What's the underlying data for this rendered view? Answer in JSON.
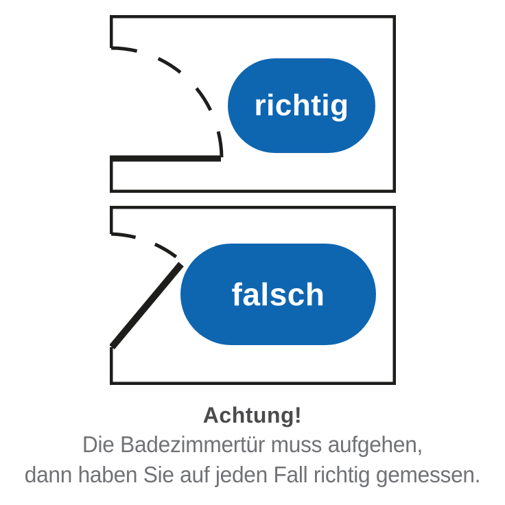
{
  "panels": [
    {
      "id": "correct",
      "label": "richtig",
      "meaning": "door swings fully open without obstruction"
    },
    {
      "id": "incorrect",
      "label": "falsch",
      "meaning": "door is blocked by obstacle and cannot open"
    }
  ],
  "caption": {
    "title": "Achtung!",
    "line1": "Die Badezimmertür muss aufgehen,",
    "line2": "dann haben Sie auf jeden Fall richtig gemessen."
  },
  "icons": {
    "wall_outline": "rectangular room outline with door opening in left wall",
    "door_swing_arc": "dashed quarter-circle arc showing door swing path",
    "door_leaf": "thick black line showing door leaf position"
  },
  "colors": {
    "blue": "#0e66b1",
    "line-black": "#1d1d1b",
    "title-gray": "#4b4b4d",
    "body-gray": "#707275"
  }
}
